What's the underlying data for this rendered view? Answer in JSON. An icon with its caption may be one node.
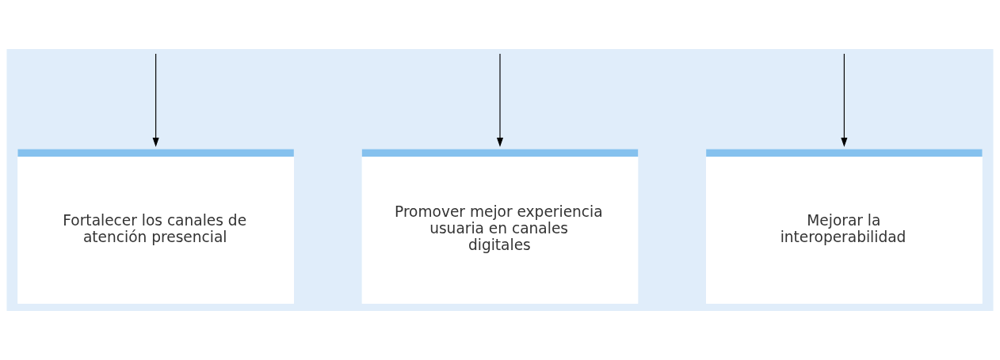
{
  "diagram": {
    "nodes": [
      {
        "text": [
          "Fortalecer los canales de atención presencial"
        ]
      },
      {
        "text": [
          "Promover mejor experiencia usuaria en canales digitales"
        ]
      },
      {
        "text": [
          "Mejorar la interoperabilidad"
        ]
      }
    ],
    "edges": [
      {
        "from": null,
        "to": 0,
        "arrow": "to"
      },
      {
        "from": null,
        "to": 1,
        "arrow": "to"
      },
      {
        "from": null,
        "to": 2,
        "arrow": "to"
      }
    ]
  }
}
